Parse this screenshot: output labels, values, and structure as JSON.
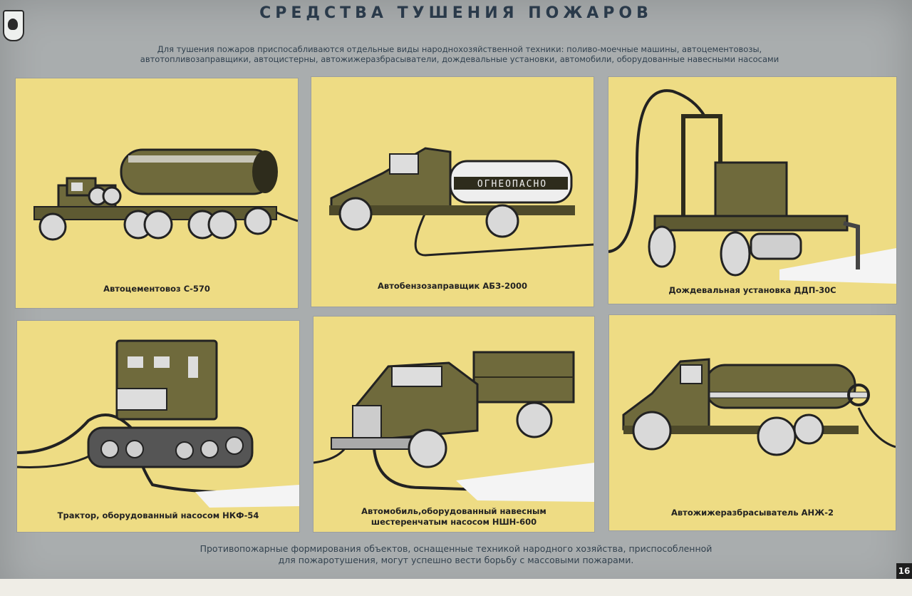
{
  "header": {
    "title": "СРЕДСТВА ТУШЕНИЯ ПОЖАРОВ",
    "intro_line1": "Для тушения пожаров приспосабливаются отдельные виды народнохозяйственной техники: поливо-моечные машины, автоцементовозы,",
    "intro_line2": "автотопливозаправщики, автоцистерны, автожижеразбрасыватели, дождевальные установки, автомобили, оборудованные навесными насосами"
  },
  "panels": [
    {
      "caption_line1": "Автоцементовоз С-570",
      "caption_line2": "",
      "icon": "cement-truck-icon"
    },
    {
      "caption_line1": "Автобензозаправщик АБЗ-2000",
      "caption_line2": "",
      "icon": "fuel-tanker-icon",
      "tank_label": "ОГНЕОПАСНО"
    },
    {
      "caption_line1": "Дождевальная установка ДДП-30С",
      "caption_line2": "",
      "icon": "sprinkler-tractor-icon"
    },
    {
      "caption_line1": "Трактор, оборудованный насосом НКФ-54",
      "caption_line2": "",
      "icon": "crawler-tractor-icon"
    },
    {
      "caption_line1": "Автомобиль,оборудованный навесным",
      "caption_line2": "шестеренчатым насосом НШН-600",
      "icon": "pump-truck-icon"
    },
    {
      "caption_line1": "Автожижеразбрасыватель АНЖ-2",
      "caption_line2": "",
      "icon": "slurry-tanker-icon"
    }
  ],
  "footer": {
    "line1": "Противопожарные формирования объектов, оснащенные техникой народного хозяйства, приспособленной",
    "line2": "для пожаротушения, могут успешно вести борьбу с массовыми пожарами."
  },
  "page_number": "16",
  "colors": {
    "panel": "#eedc84",
    "vehicle": "#6f6a3c",
    "dark": "#2e2c1c",
    "background": "#a9adae"
  }
}
